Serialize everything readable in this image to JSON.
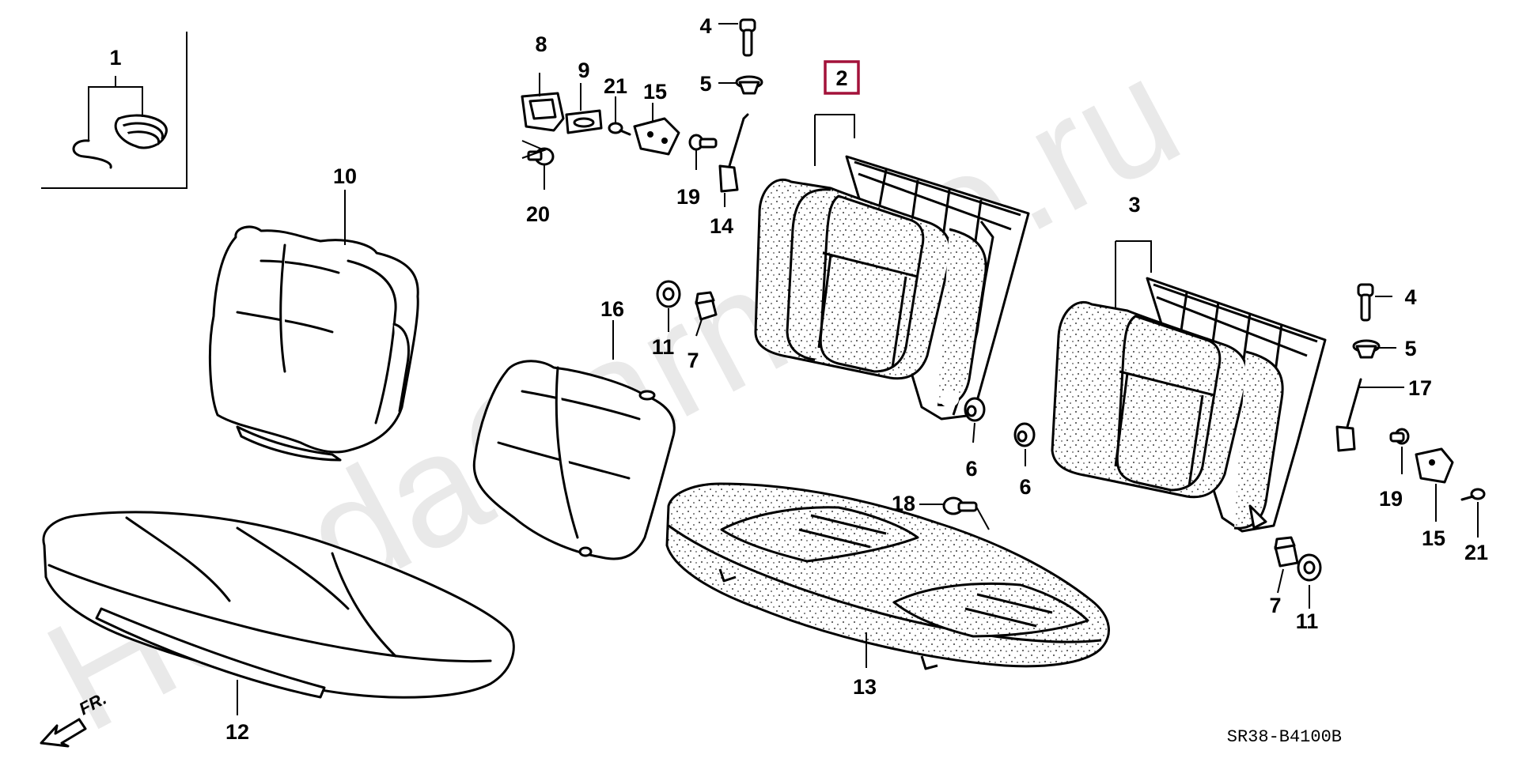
{
  "diagram": {
    "watermark": "HondaCarmine.ru",
    "diagram_code": "SR38-B4100B",
    "direction_label": "FR.",
    "highlight_color": "#a3123a",
    "callouts": [
      {
        "id": "c1",
        "text": "1"
      },
      {
        "id": "c2",
        "text": "2",
        "highlighted": true
      },
      {
        "id": "c3",
        "text": "3"
      },
      {
        "id": "c4a",
        "text": "4"
      },
      {
        "id": "c4b",
        "text": "4"
      },
      {
        "id": "c5a",
        "text": "5"
      },
      {
        "id": "c5b",
        "text": "5"
      },
      {
        "id": "c6a",
        "text": "6"
      },
      {
        "id": "c6b",
        "text": "6"
      },
      {
        "id": "c7a",
        "text": "7"
      },
      {
        "id": "c7b",
        "text": "7"
      },
      {
        "id": "c8",
        "text": "8"
      },
      {
        "id": "c9",
        "text": "9"
      },
      {
        "id": "c10",
        "text": "10"
      },
      {
        "id": "c11a",
        "text": "11"
      },
      {
        "id": "c11b",
        "text": "11"
      },
      {
        "id": "c12",
        "text": "12"
      },
      {
        "id": "c13",
        "text": "13"
      },
      {
        "id": "c14",
        "text": "14"
      },
      {
        "id": "c15a",
        "text": "15"
      },
      {
        "id": "c15b",
        "text": "15"
      },
      {
        "id": "c16",
        "text": "16"
      },
      {
        "id": "c17",
        "text": "17"
      },
      {
        "id": "c18",
        "text": "18"
      },
      {
        "id": "c19a",
        "text": "19"
      },
      {
        "id": "c19b",
        "text": "19"
      },
      {
        "id": "c20",
        "text": "20"
      },
      {
        "id": "c21a",
        "text": "21"
      },
      {
        "id": "c21b",
        "text": "21"
      }
    ]
  }
}
